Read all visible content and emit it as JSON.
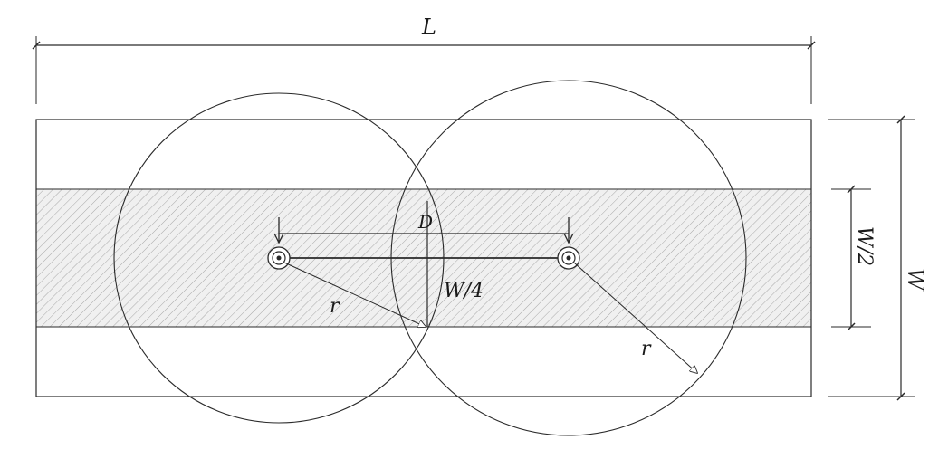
{
  "labels": {
    "length": "L",
    "width": "W",
    "half_width": "W/2",
    "quarter_width": "W/4",
    "radius_left": "r",
    "radius_right": "r",
    "spacing": "D"
  },
  "colors": {
    "line": "#2a2a2a",
    "hatch": "#a8a8a8",
    "band_fill": "#f0f0f0"
  }
}
